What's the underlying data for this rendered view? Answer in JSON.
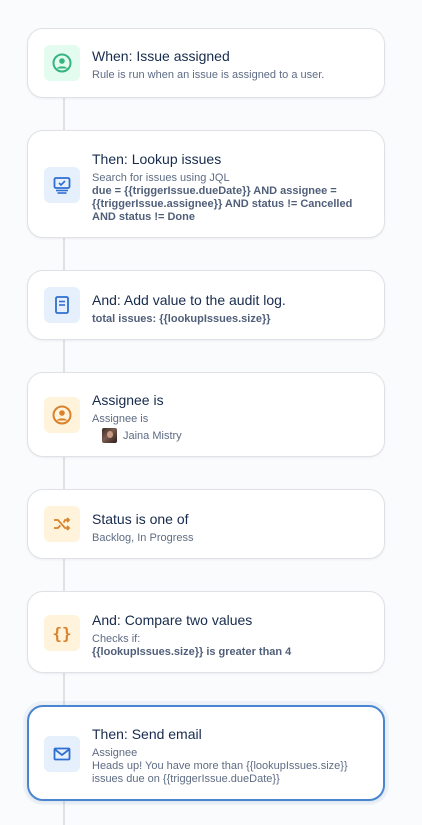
{
  "cards": [
    {
      "title": "When: Issue assigned",
      "desc": "Rule is run when an issue is assigned to a user.",
      "icon": "user-circle-icon"
    },
    {
      "title": "Then: Lookup issues",
      "desc": "Search for issues using JQL",
      "jql": "due = {{triggerIssue.dueDate}} AND assignee = {{triggerIssue.assignee}} AND status != Cancelled AND status != Done",
      "icon": "monitor-list-icon"
    },
    {
      "title": "And: Add value to the audit log.",
      "detail": "total issues: {{lookupIssues.size}}",
      "icon": "document-icon"
    },
    {
      "title": "Assignee is",
      "desc": "Assignee is",
      "user_name": "Jaina Mistry",
      "icon": "user-circle-icon"
    },
    {
      "title": "Status is one of",
      "desc": "Backlog, In Progress",
      "icon": "shuffle-icon"
    },
    {
      "title": "And: Compare two values",
      "desc": "Checks if:",
      "detail": "{{lookupIssues.size}} is greater than 4",
      "icon": "braces-icon"
    },
    {
      "title": "Then: Send email",
      "desc": "Assignee",
      "body": "Heads up! You have more than {{lookupIssues.size}} issues due on {{triggerIssue.dueDate}}",
      "icon": "envelope-icon"
    }
  ],
  "colors": {
    "green_icon": "#36b37e",
    "blue_icon": "#2f6fd1",
    "orange_icon": "#d9822b",
    "selected_border": "#4a86d0"
  }
}
